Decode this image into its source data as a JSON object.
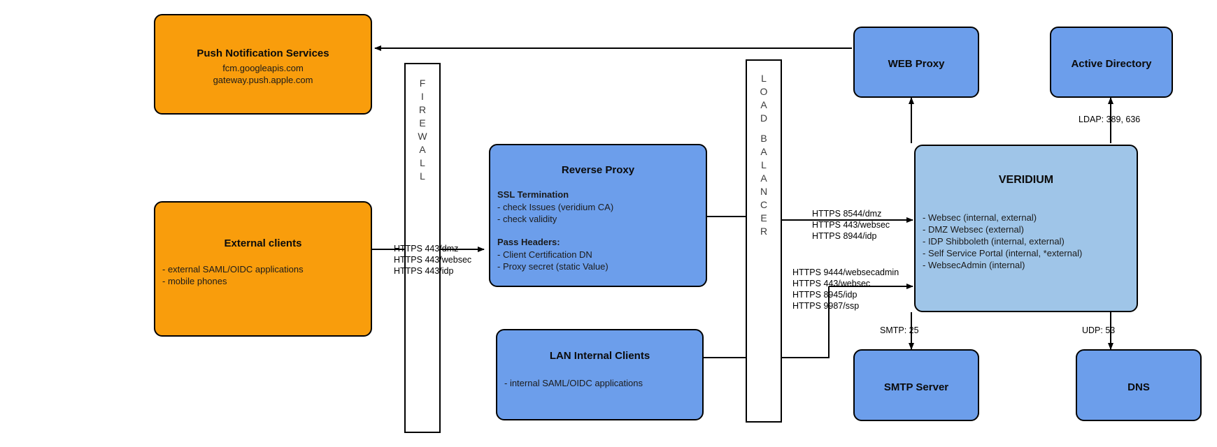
{
  "diagram": {
    "title": "Veridium network architecture",
    "colors": {
      "orange": "#f99d0c",
      "blue": "#6c9eeb",
      "light_blue": "#9fc5e8",
      "stroke": "#000000",
      "background": "#ffffff"
    }
  },
  "nodes": {
    "push_notification": {
      "title": "Push Notification Services",
      "line1": "fcm.googleapis.com",
      "line2": "gateway.push.apple.com"
    },
    "external_clients": {
      "title": "External clients",
      "items": [
        "- external SAML/OIDC applications",
        "- mobile phones"
      ]
    },
    "firewall": {
      "letters": [
        "F",
        "I",
        "R",
        "E",
        "W",
        "A",
        "L",
        "L"
      ]
    },
    "load_balancer": {
      "letters_top": [
        "L",
        "O",
        "A",
        "D"
      ],
      "letters_bottom": [
        "B",
        "A",
        "L",
        "A",
        "N",
        "C",
        "E",
        "R"
      ]
    },
    "reverse_proxy": {
      "title": "Reverse Proxy",
      "section1_heading": "SSL Termination",
      "section1_items": [
        "- check Issues (veridium CA)",
        "- check validity"
      ],
      "section2_heading": "Pass Headers:",
      "section2_items": [
        "- Client Certification DN",
        "- Proxy secret (static Value)"
      ]
    },
    "lan_internal_clients": {
      "title": "LAN Internal Clients",
      "items": [
        "- internal SAML/OIDC applications"
      ]
    },
    "web_proxy": {
      "title": "WEB Proxy"
    },
    "active_directory": {
      "title": "Active Directory"
    },
    "veridium": {
      "title": "VERIDIUM",
      "items": [
        "- Websec (internal, external)",
        "- DMZ Websec (external)",
        "- IDP Shibboleth (internal, external)",
        "- Self Service Portal (internal, *external)",
        "- WebsecAdmin (internal)"
      ]
    },
    "smtp_server": {
      "title": "SMTP Server"
    },
    "dns": {
      "title": "DNS"
    }
  },
  "edge_labels": {
    "clients_to_firewall": [
      "HTTPS 443/dmz",
      "HTTPS 443/websec",
      "HTTPS 443/idp"
    ],
    "lb_to_veridium_upper": [
      "HTTPS 8544/dmz",
      "HTTPS 443/websec",
      "HTTPS 8944/idp"
    ],
    "lb_to_veridium_lower": [
      "HTTPS 9444/websecadmin",
      "HTTPS 443/websec",
      "HTTPS 8945/idp",
      "HTTPS 9987/ssp"
    ],
    "veridium_to_active_directory": "LDAP: 389, 636",
    "veridium_to_smtp": "SMTP: 25",
    "veridium_to_dns": "UDP: 53"
  }
}
